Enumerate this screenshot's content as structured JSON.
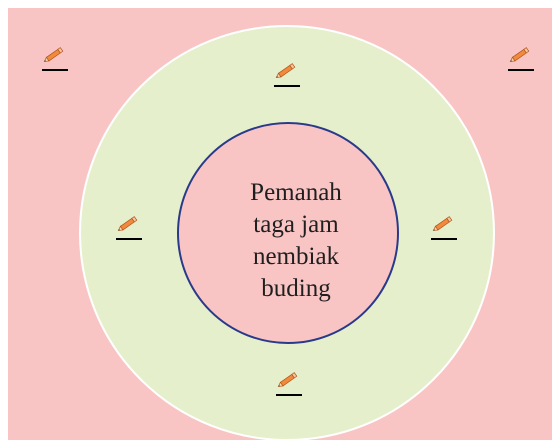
{
  "center_label": {
    "lines": [
      "Pemanah",
      "taga jam",
      "nembiak",
      "buding"
    ]
  },
  "colors": {
    "background": "#f9c5c4",
    "outer_ring": "#e6efcc",
    "inner_circle": "#f9c5c4",
    "inner_circle_border": "#2a3a8a",
    "outer_ring_border": "#ffffff",
    "pencil_body": "#f08a3c",
    "underline": "#000000"
  },
  "answer_slots": [
    {
      "id": "outside-top-left",
      "icon": "pencil-icon"
    },
    {
      "id": "outside-top-right",
      "icon": "pencil-icon"
    },
    {
      "id": "ring-top",
      "icon": "pencil-icon"
    },
    {
      "id": "ring-left",
      "icon": "pencil-icon"
    },
    {
      "id": "ring-right",
      "icon": "pencil-icon"
    },
    {
      "id": "ring-bottom",
      "icon": "pencil-icon"
    }
  ]
}
